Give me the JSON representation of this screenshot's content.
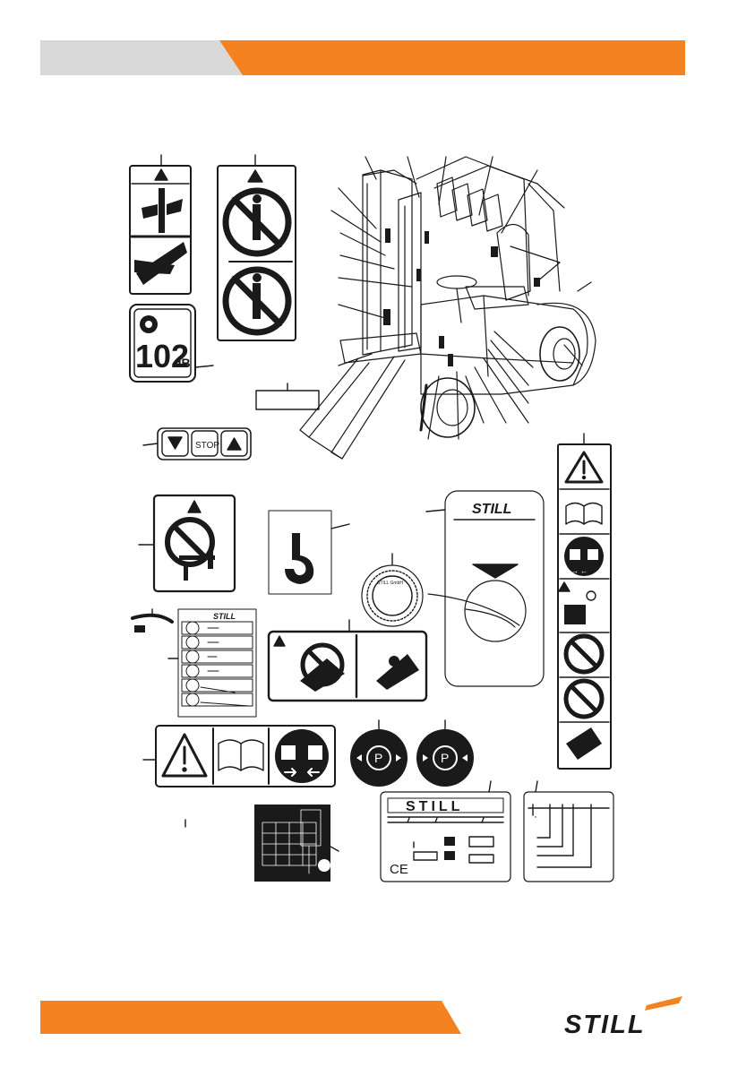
{
  "colors": {
    "accent": "#f58220",
    "header_grey": "#d9d9d9",
    "ink": "#1a1a1a"
  },
  "labels": {
    "noise_value": "102",
    "noise_unit": "dB",
    "stop": "STOP",
    "brand": "STILL",
    "seal_text": "STILL GmbH",
    "ce_mark": "CE"
  },
  "footer_logo": "STILL",
  "icons": [
    "warning-triangle-icon",
    "crush-hand-icon",
    "no-person-under-fork-icon",
    "horn-icon",
    "arrow-down-icon",
    "arrow-up-icon",
    "hook-icon",
    "manual-book-icon",
    "seatbelt-icon",
    "parking-brake-icon",
    "tip-over-icon",
    "cable-tie-icon"
  ]
}
